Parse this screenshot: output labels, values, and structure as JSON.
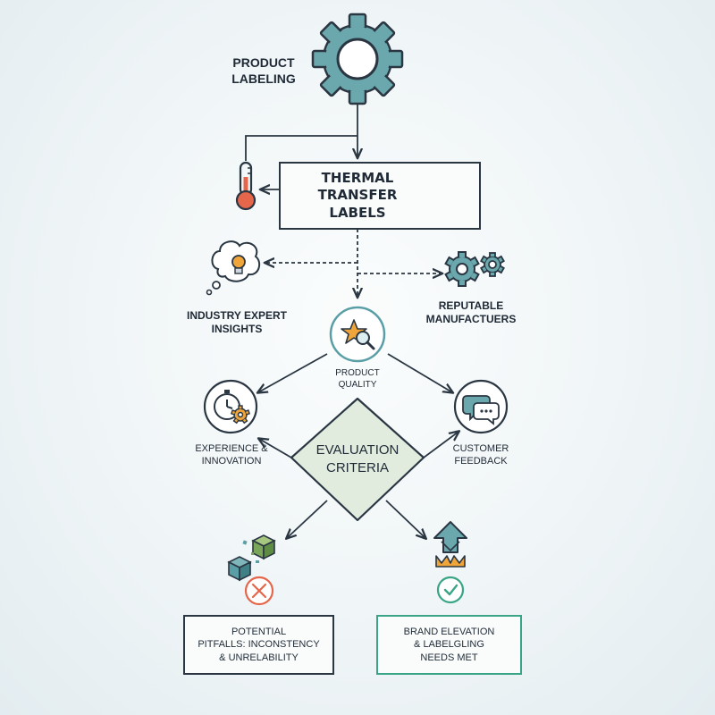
{
  "nodes": {
    "product_labeling": [
      "PRODUCT",
      "LABELING"
    ],
    "thermal_transfer": [
      "THERMAL",
      "TRANSFER",
      "LABELS"
    ],
    "industry_expert": [
      "INDUSTRY EXPERT",
      "INSIGHTS"
    ],
    "reputable_manufacturers": [
      "REPUTABLE",
      "MANUFACTUERS"
    ],
    "product_quality": [
      "PRODUCT",
      "QUALITY"
    ],
    "experience_innovation": [
      "EXPERIENCE &",
      "INNOVATION"
    ],
    "customer_feedback": [
      "CUSTOMER",
      "FEEDBACK"
    ],
    "evaluation_criteria": [
      "EVALUATION",
      "CRITERIA"
    ],
    "potential_pitfalls": [
      "POTENTIAL",
      "PITFALLS: INCONSTENCY",
      "& UNRELABILITY"
    ],
    "brand_elevation": [
      "BRAND ELEVATION",
      "& LABELGLING",
      "NEEDS MET"
    ]
  },
  "colors": {
    "teal": "#5b9fa6",
    "dark": "#2a3642",
    "diamond_fill": "#e1ecdf",
    "orange": "#f0a53b",
    "red": "#e5664b",
    "green": "#3aa586"
  },
  "icons": [
    "gear-icon",
    "thermometer-icon",
    "shield-icon",
    "lightbulb-thought-icon",
    "gears-icon",
    "star-magnifier-icon",
    "stopwatch-gear-icon",
    "chat-bubbles-icon",
    "broken-cubes-icon",
    "error-x-icon",
    "arrow-up-crown-icon",
    "check-icon"
  ]
}
